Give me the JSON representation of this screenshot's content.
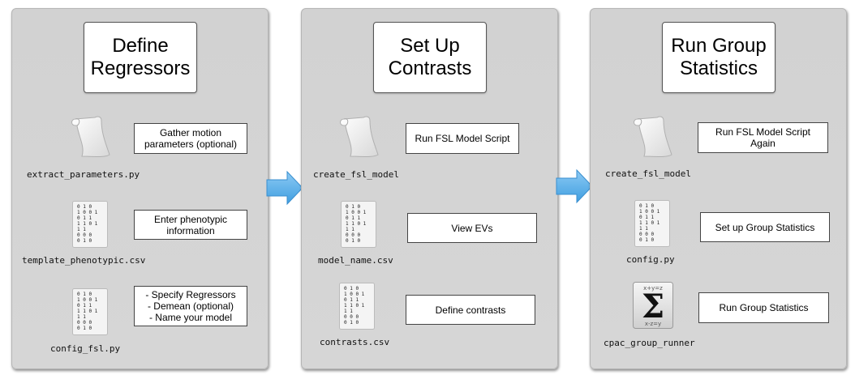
{
  "panels": [
    {
      "title": "Define\nRegressors",
      "items": [
        {
          "icon": "scroll-icon",
          "filename": "extract_parameters.py",
          "label": "Gather motion\nparameters (optional)"
        },
        {
          "icon": "matrix-icon",
          "filename": "template_phenotypic.csv",
          "label": "Enter phenotypic\ninformation"
        },
        {
          "icon": "matrix-icon",
          "filename": "config_fsl.py",
          "label": "- Specify Regressors\n- Demean (optional)\n- Name your model"
        }
      ]
    },
    {
      "title": "Set Up\nContrasts",
      "items": [
        {
          "icon": "scroll-icon",
          "filename": "create_fsl_model",
          "label": "Run FSL Model Script"
        },
        {
          "icon": "matrix-icon",
          "filename": "model_name.csv",
          "label": "View EVs"
        },
        {
          "icon": "matrix-icon",
          "filename": "contrasts.csv",
          "label": "Define contrasts"
        }
      ]
    },
    {
      "title": "Run Group\nStatistics",
      "items": [
        {
          "icon": "scroll-icon",
          "filename": "create_fsl_model",
          "label": "Run FSL Model Script\nAgain"
        },
        {
          "icon": "matrix-icon",
          "filename": "config.py",
          "label": "Set up Group Statistics"
        },
        {
          "icon": "sigma-icon",
          "filename": "cpac_group_runner",
          "label": "Run Group Statistics",
          "icon_text": {
            "top": "x+y=z",
            "bottom": "x-z=y"
          }
        }
      ]
    }
  ],
  "colors": {
    "arrow": "#5aaee8",
    "panel": "#d3d3d3"
  }
}
